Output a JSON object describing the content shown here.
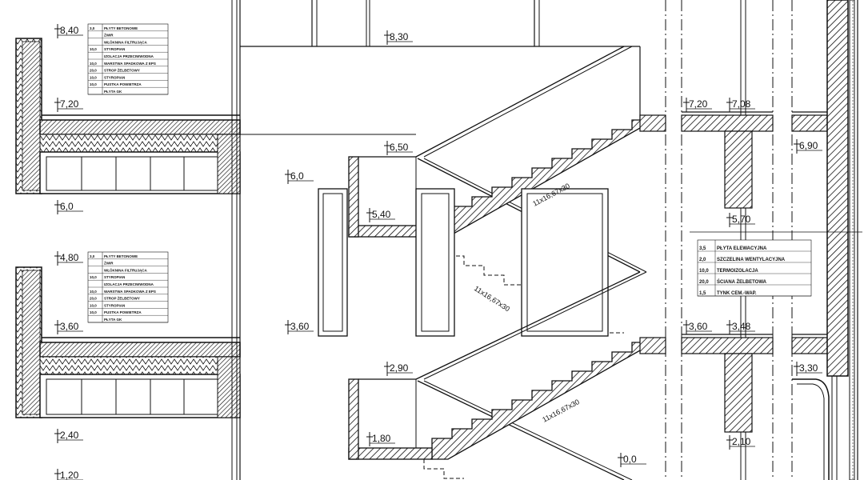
{
  "levels_left": [
    "8,40",
    "7,20",
    "6,0",
    "4,80",
    "3,60",
    "2,40",
    "1,20"
  ],
  "levels_stair": [
    "8,30",
    "6,50",
    "6,0",
    "5,40",
    "3,60",
    "2,90",
    "1,80",
    "0,0"
  ],
  "levels_right": [
    "7,20",
    "7,08",
    "6,90",
    "5,70",
    "3,60",
    "3,48",
    "3,30",
    "2,10"
  ],
  "stair_flight_label": "11x16,67x30",
  "legend_left_upper": [
    [
      "3,0",
      "PŁYTY BETONOWE"
    ],
    [
      "",
      "ŻWIR"
    ],
    [
      "",
      "WŁÓKNINA FILTRUJĄCA"
    ],
    [
      "10,0",
      "STYROPIAN"
    ],
    [
      "",
      "IZOLACJA PRZECIWWODNA"
    ],
    [
      "10,0",
      "WARSTWA SPADKOWA Z EPS"
    ],
    [
      "20,0",
      "STROP ŻELBETOWY"
    ],
    [
      "10,0",
      "STYROPIAN"
    ],
    [
      "10,0",
      "PUSTKA POWIETRZA"
    ],
    [
      "",
      "PŁYTA GK"
    ]
  ],
  "legend_left_lower": [
    [
      "3,0",
      "PŁYTY BETONOWE"
    ],
    [
      "",
      "ŻWIR"
    ],
    [
      "",
      "WŁÓKNINA FILTRUJĄCA"
    ],
    [
      "10,0",
      "STYROPIAN"
    ],
    [
      "",
      "IZOLACJA PRZECIWWODNA"
    ],
    [
      "10,0",
      "WARSTWA SPADKOWA Z EPS"
    ],
    [
      "20,0",
      "STROP ŻELBETOWY"
    ],
    [
      "10,0",
      "STYROPIAN"
    ],
    [
      "10,0",
      "PUSTKA POWIETRZA"
    ],
    [
      "",
      "PŁYTA GK"
    ]
  ],
  "legend_right": [
    [
      "3,5",
      "PŁYTA ELEWACYJNA"
    ],
    [
      "2,0",
      "SZCZELINA WENTYLACYJNA"
    ],
    [
      "10,0",
      "TERMOIZOLACJA"
    ],
    [
      "20,0",
      "ŚCIANA ŻELBETOWA"
    ],
    [
      "1,5",
      "TYNK CEM.-WAP."
    ]
  ]
}
